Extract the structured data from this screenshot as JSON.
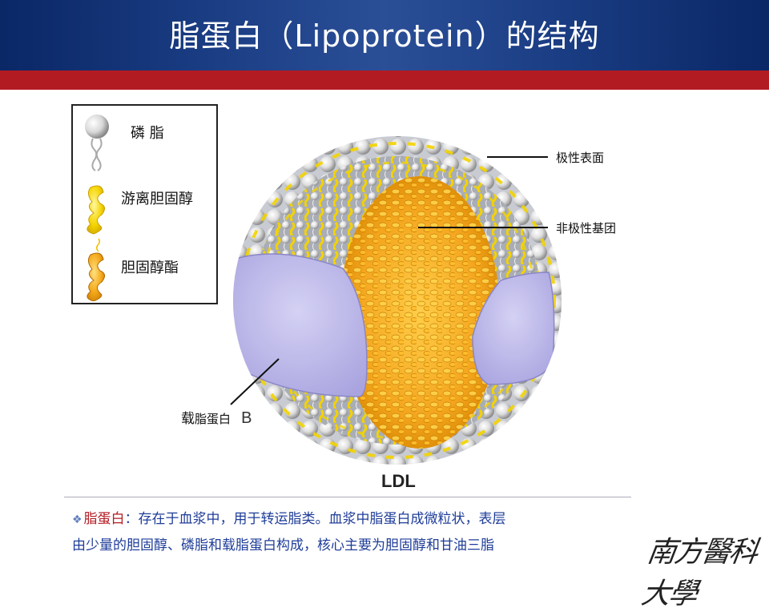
{
  "header": {
    "title": "脂蛋白（Lipoprotein）的结构"
  },
  "legend": {
    "items": [
      {
        "label": "磷 脂",
        "icon": "phospholipid-icon"
      },
      {
        "label": "游离胆固醇",
        "icon": "free-cholesterol-icon"
      },
      {
        "label": "胆固醇酯",
        "icon": "cholesterol-ester-icon"
      }
    ]
  },
  "diagram": {
    "labels": {
      "polar_surface": "极性表面",
      "nonpolar_group": "非极性基团",
      "apoB_prefix": "载",
      "apoB_mid": "脂蛋白",
      "apoB_suffix": "B",
      "caption": "LDL"
    }
  },
  "note": {
    "bullet": "❖",
    "term": "脂蛋白",
    "line1": "：存在于血浆中，用于转运脂类。血浆中脂蛋白成微粒状，表层",
    "line2": "由少量的胆固醇、磷脂和载脂蛋白构成，核心主要为胆固醇和甘油三脂"
  },
  "logo": {
    "text": "南方醫科大學"
  },
  "colors": {
    "header_blue": "#1c3f86",
    "red_band": "#b31b23",
    "note_blue": "#1f3d99",
    "core_orange": "#f0a41c",
    "apolipoprotein_lavender": "#b7b3e6"
  }
}
